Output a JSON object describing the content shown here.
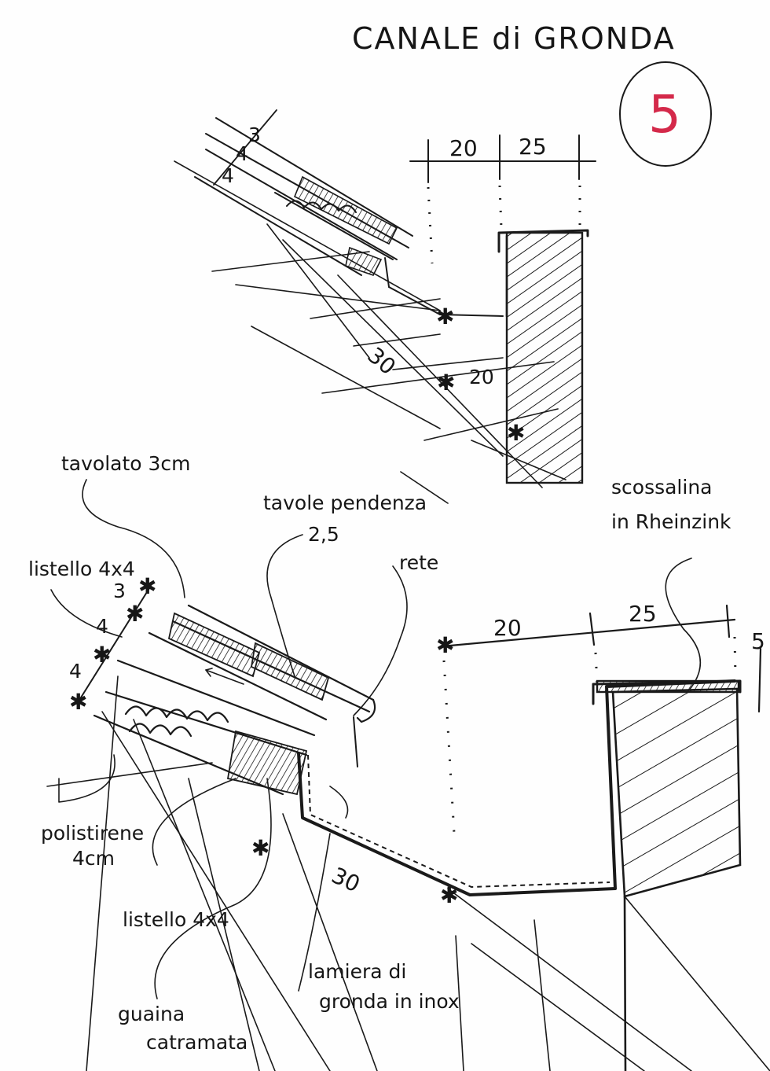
{
  "title": "CANALE di GRONDA",
  "sheet_number": "5",
  "upper_detail": {
    "layer_dims": [
      "3",
      "4",
      "4"
    ],
    "dim_top_left": "20",
    "dim_top_right": "25",
    "slope_dim": "30",
    "inner_dim": "20"
  },
  "lower_detail": {
    "labels": {
      "tavolato": "tavolato 3cm",
      "tavole_pendenza": "tavole pendenza",
      "tavole_pendenza_dim": "2,5",
      "listello_top": "listello 4x4",
      "listello_bottom": "listello 4x4",
      "rete": "rete",
      "scossalina_1": "scossalina",
      "scossalina_2": "in Rheinzink",
      "polistirene_1": "polistirene",
      "polistirene_2": "4cm",
      "guaina_1": "guaina",
      "guaina_2": "catramata",
      "lamiera_1": "lamiera di",
      "lamiera_2": "gronda in inox"
    },
    "layer_dims": [
      "3",
      "4",
      "4"
    ],
    "dim_left": "20",
    "dim_right": "25",
    "dim_side": "5",
    "slope_dim": "30"
  },
  "colors": {
    "ink": "#1a1a1a",
    "red": "#d4294a"
  }
}
